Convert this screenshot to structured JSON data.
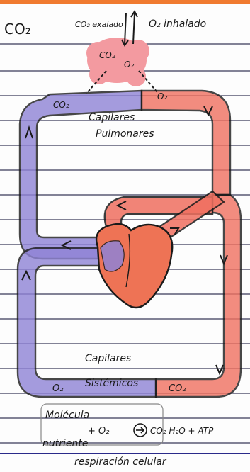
{
  "notes": {
    "top_left": "CO₂",
    "co2_exhaled": "CO₂ exalado",
    "o2_inhaled": "O₂ inhalado",
    "alveolus_co2": "CO₂",
    "alveolus_o2": "O₂",
    "pulmonary_co2": "CO₂",
    "pulmonary_o2": "O₂",
    "pulmonary_capillaries_line1": "Capilares",
    "pulmonary_capillaries_line2": "Pulmonares",
    "systemic_capillaries_line1": "Capilares",
    "systemic_capillaries_line2": "Sistémicos",
    "systemic_o2": "O₂",
    "systemic_co2": "CO₂",
    "nutrient_line1": "Molécula",
    "nutrient_line2": "nutriente",
    "equation_plus_o2": "+ O₂",
    "equation_products": "CO₂  H₂O + ATP",
    "cellular_respiration": "respiración celular"
  },
  "colors": {
    "oxygenated": "#f07060",
    "deoxygenated": "#8f83d6",
    "alveolus": "#f39aa0",
    "heart": "#ee7355",
    "ink": "#1a1a1a",
    "rule_line": "#3a3a5a",
    "header_orange": "#f07a30"
  }
}
